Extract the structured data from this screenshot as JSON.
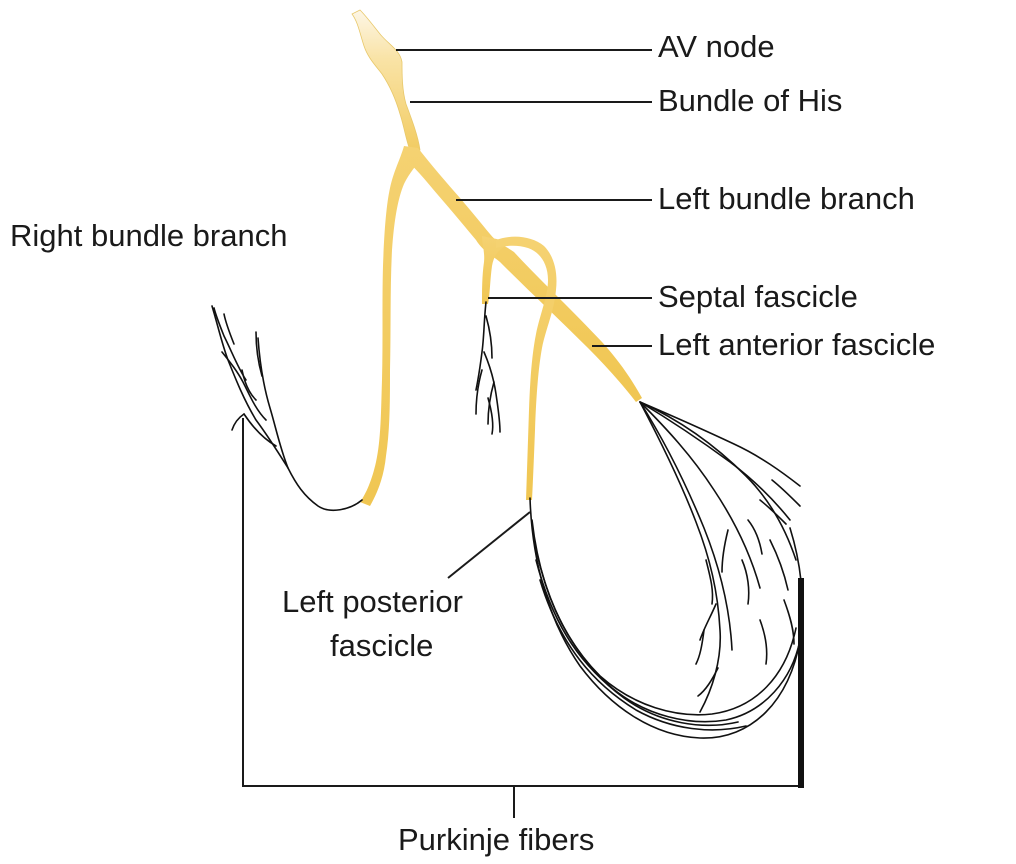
{
  "labels": {
    "av_node": "AV node",
    "bundle_of_his": "Bundle of His",
    "left_bundle_branch": "Left bundle branch",
    "right_bundle_branch": "Right bundle branch",
    "septal_fascicle": "Septal fascicle",
    "left_anterior_fascicle": "Left anterior fascicle",
    "left_posterior_fascicle_line1": "Left posterior",
    "left_posterior_fascicle_line2": "fascicle",
    "purkinje_fibers": "Purkinje fibers"
  },
  "colors": {
    "conduction_fill_light": "#fdf3dc",
    "conduction_fill": "#f6d77a",
    "conduction_fill_dark": "#efc24a",
    "fiber_stroke": "#111111",
    "leader_line": "#1a1a1a"
  }
}
